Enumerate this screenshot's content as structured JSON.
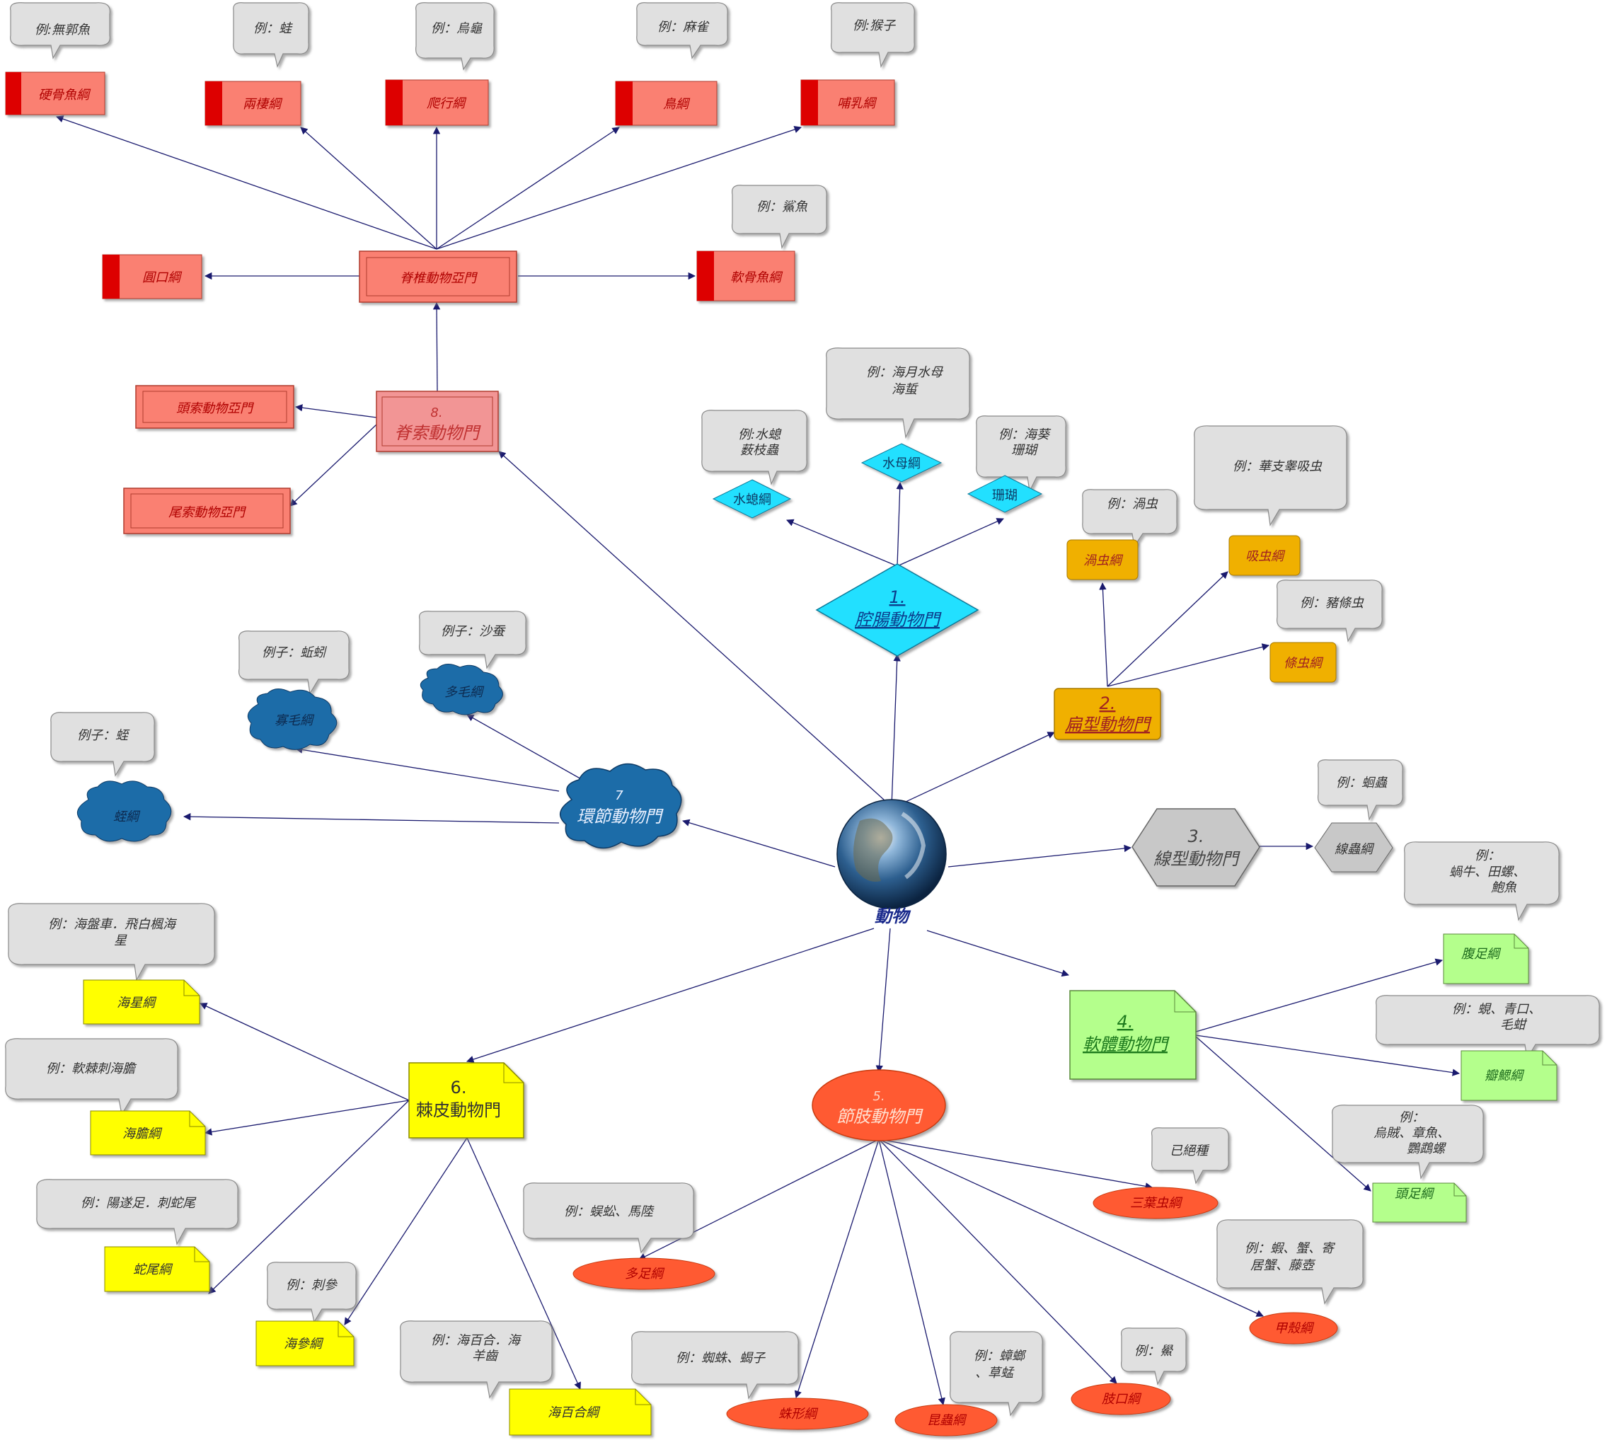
{
  "center": {
    "label": "動物"
  },
  "phyla": {
    "p1": {
      "num": "1.",
      "name": "腔腸動物門"
    },
    "p2": {
      "num": "2.",
      "name": "扁型動物門"
    },
    "p3": {
      "num": "3.",
      "name": "線型動物門"
    },
    "p4": {
      "num": "4.",
      "name": "軟體動物門"
    },
    "p5": {
      "num": "5.",
      "name": "節肢動物門"
    },
    "p6": {
      "num": "6.",
      "name": "棘皮動物門"
    },
    "p7": {
      "num": "7",
      "name": "環節動物門"
    },
    "p8": {
      "num": "8.",
      "name": "脊索動物門"
    }
  },
  "chordata": {
    "vertebrata": "脊椎動物亞門",
    "cephalochordata": "頭索動物亞門",
    "urochordata": "尾索動物亞門",
    "classes": {
      "osteichthyes": "硬骨魚綱",
      "amphibia": "兩棲綱",
      "reptilia": "爬行綱",
      "aves": "鳥綱",
      "mammalia": "哺乳綱",
      "cyclostomata": "圓口綱",
      "chondrichthyes": "軟骨魚綱"
    },
    "examples": {
      "osteichthyes": "例:無郭魚",
      "amphibia": "例：蛙",
      "reptilia": "例：烏龜",
      "aves": "例：麻雀",
      "mammalia": "例:猴子",
      "chondrichthyes": "例：鯊魚"
    }
  },
  "cnidaria": {
    "classes": {
      "hydrozoa": "水螅綱",
      "scyphozoa": "水母綱",
      "anthozoa": "珊瑚"
    },
    "examples": {
      "hydrozoa_1": "例:水螅",
      "hydrozoa_2": "薮枝蟲",
      "scyphozoa_1": "例：海月水母",
      "scyphozoa_2": "海蜇",
      "anthozoa_1": "例：海葵",
      "anthozoa_2": "珊瑚"
    }
  },
  "platyhelminthes": {
    "classes": {
      "turbellaria": "渦虫綱",
      "trematoda": "吸虫綱",
      "cestoda": "條虫綱"
    },
    "examples": {
      "turbellaria": "例：渦虫",
      "trematoda": "例：華支睾吸虫",
      "cestoda": "例：豬條虫"
    }
  },
  "nematoda": {
    "classes": {
      "nematoda": "線蟲綱"
    },
    "examples": {
      "nematoda": "例：蛔蟲"
    }
  },
  "mollusca": {
    "classes": {
      "gastropoda": "腹足綱",
      "bivalvia": "瓣鰓綱",
      "cephalopoda": "頭足綱"
    },
    "examples": {
      "gastropoda_1": "例：",
      "gastropoda_2": "蝸牛、田螺、",
      "gastropoda_3": "鮑魚",
      "bivalvia_1": "例：蜆、青口、",
      "bivalvia_2": "毛蚶",
      "cephalopoda_1": "例：",
      "cephalopoda_2": "烏賊、章魚、",
      "cephalopoda_3": "鸚鵡螺"
    }
  },
  "arthropoda": {
    "classes": {
      "myriapoda": "多足綱",
      "arachnida": "蛛形綱",
      "insecta": "昆蟲綱",
      "merostomata": "肢口綱",
      "crustacea": "甲殼綱",
      "trilobita": "三葉虫綱"
    },
    "examples": {
      "myriapoda": "例：蜈蚣、馬陸",
      "arachnida": "例：蜘蛛、蝎子",
      "insecta_1": "例：蟑螂",
      "insecta_2": "、草蜢",
      "merostomata": "例：鱟",
      "crustacea_1": "例：蝦、蟹、寄",
      "crustacea_2": "居蟹、藤壺",
      "trilobita": "已絕種"
    }
  },
  "echinodermata": {
    "classes": {
      "asteroidea": "海星綱",
      "echinoidea": "海膽綱",
      "ophiuroidea": "蛇尾綱",
      "holothuroidea": "海參綱",
      "crinoidea": "海百合綱"
    },
    "examples": {
      "asteroidea_1": "例：海盤車．飛白楓海",
      "asteroidea_2": "星",
      "echinoidea": "例：軟棘刺海膽",
      "ophiuroidea": "例：陽遂足．刺蛇尾",
      "holothuroidea": "例：刺參",
      "crinoidea_1": "例：海百合．海",
      "crinoidea_2": "羊齒"
    }
  },
  "annelida": {
    "classes": {
      "hirudinea": "蛭綱",
      "oligochaeta": "寡毛綱",
      "polychaeta": "多毛綱"
    },
    "examples": {
      "hirudinea": "例子：蛭",
      "oligochaeta": "例子：蚯蚓",
      "polychaeta": "例子：沙蚕"
    }
  },
  "colors": {
    "chordata": "#fa8072",
    "chordata_band": "#dd0000",
    "cnidaria": "#22e0ff",
    "platyhelminthes": "#f0b000",
    "nematoda": "#c8c8c8",
    "mollusca": "#b4ff8c",
    "arthropoda": "#ff5a32",
    "echinodermata": "#ffff00",
    "annelida": "#1f6ca8",
    "bubble": "#e0e0e0",
    "connector": "#1a1a6e"
  }
}
